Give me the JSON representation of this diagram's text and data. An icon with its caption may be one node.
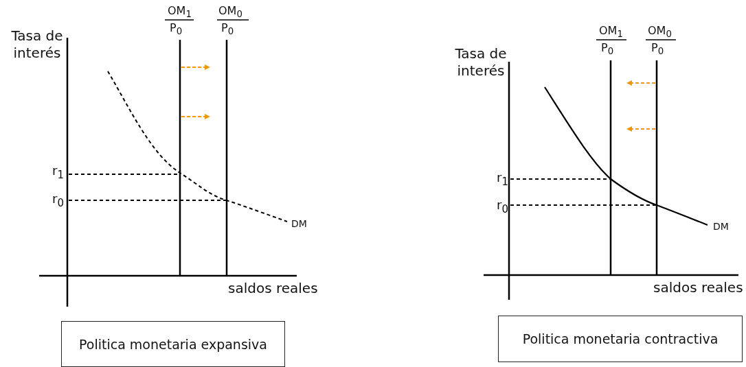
{
  "diagram": {
    "nodes": [
      {
        "text": [
          "Politica monetaria expansiva"
        ]
      },
      {
        "text": [
          "Politica monetaria contractiva"
        ]
      }
    ],
    "labels": [
      "Tasa de interés",
      "OM$_{1}$",
      "P$_{0}$",
      "OM$_{0}$",
      "P$_{0}$",
      "r$_{1}$",
      "r$_{0}$",
      "DM",
      "saldos reales",
      "Tasa de interés",
      "OM$_{1}$",
      "P$_{0}$",
      "OM$_{0}$",
      "P$_{0}$",
      "r$_{1}$",
      "r$_{0}$",
      "DM",
      "saldos reales"
    ]
  }
}
